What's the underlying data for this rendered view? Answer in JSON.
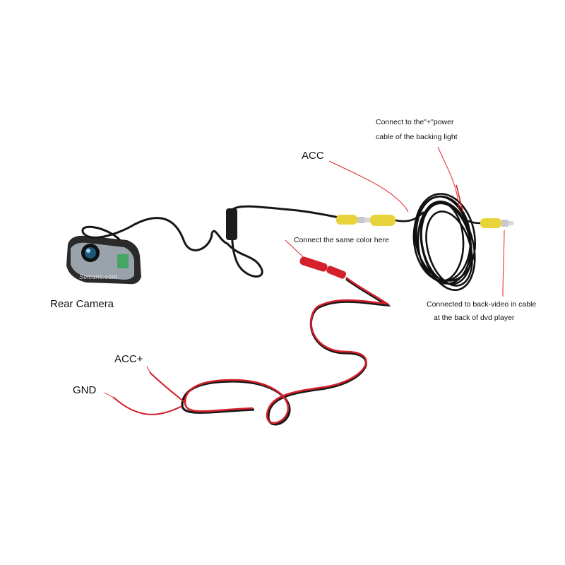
{
  "labels": {
    "rear_camera": "Rear Camera",
    "acc": "ACC",
    "acc_plus": "ACC+",
    "gnd": "GND",
    "same_color": "Connect the same color here",
    "power_line1": "Connect to the\"+\"power",
    "power_line2": "cable of the backing light",
    "video_line1": "Connected to back-video in cable",
    "video_line2": "at the back of dvd player"
  },
  "watermark": "Seicane.com",
  "colors": {
    "background": "#ffffff",
    "cable_black": "#161616",
    "cable_red": "#d4202a",
    "lead_line": "#e5232b",
    "rca_yellow": "#e8d43a",
    "rca_metal": "#c8c8c8"
  }
}
